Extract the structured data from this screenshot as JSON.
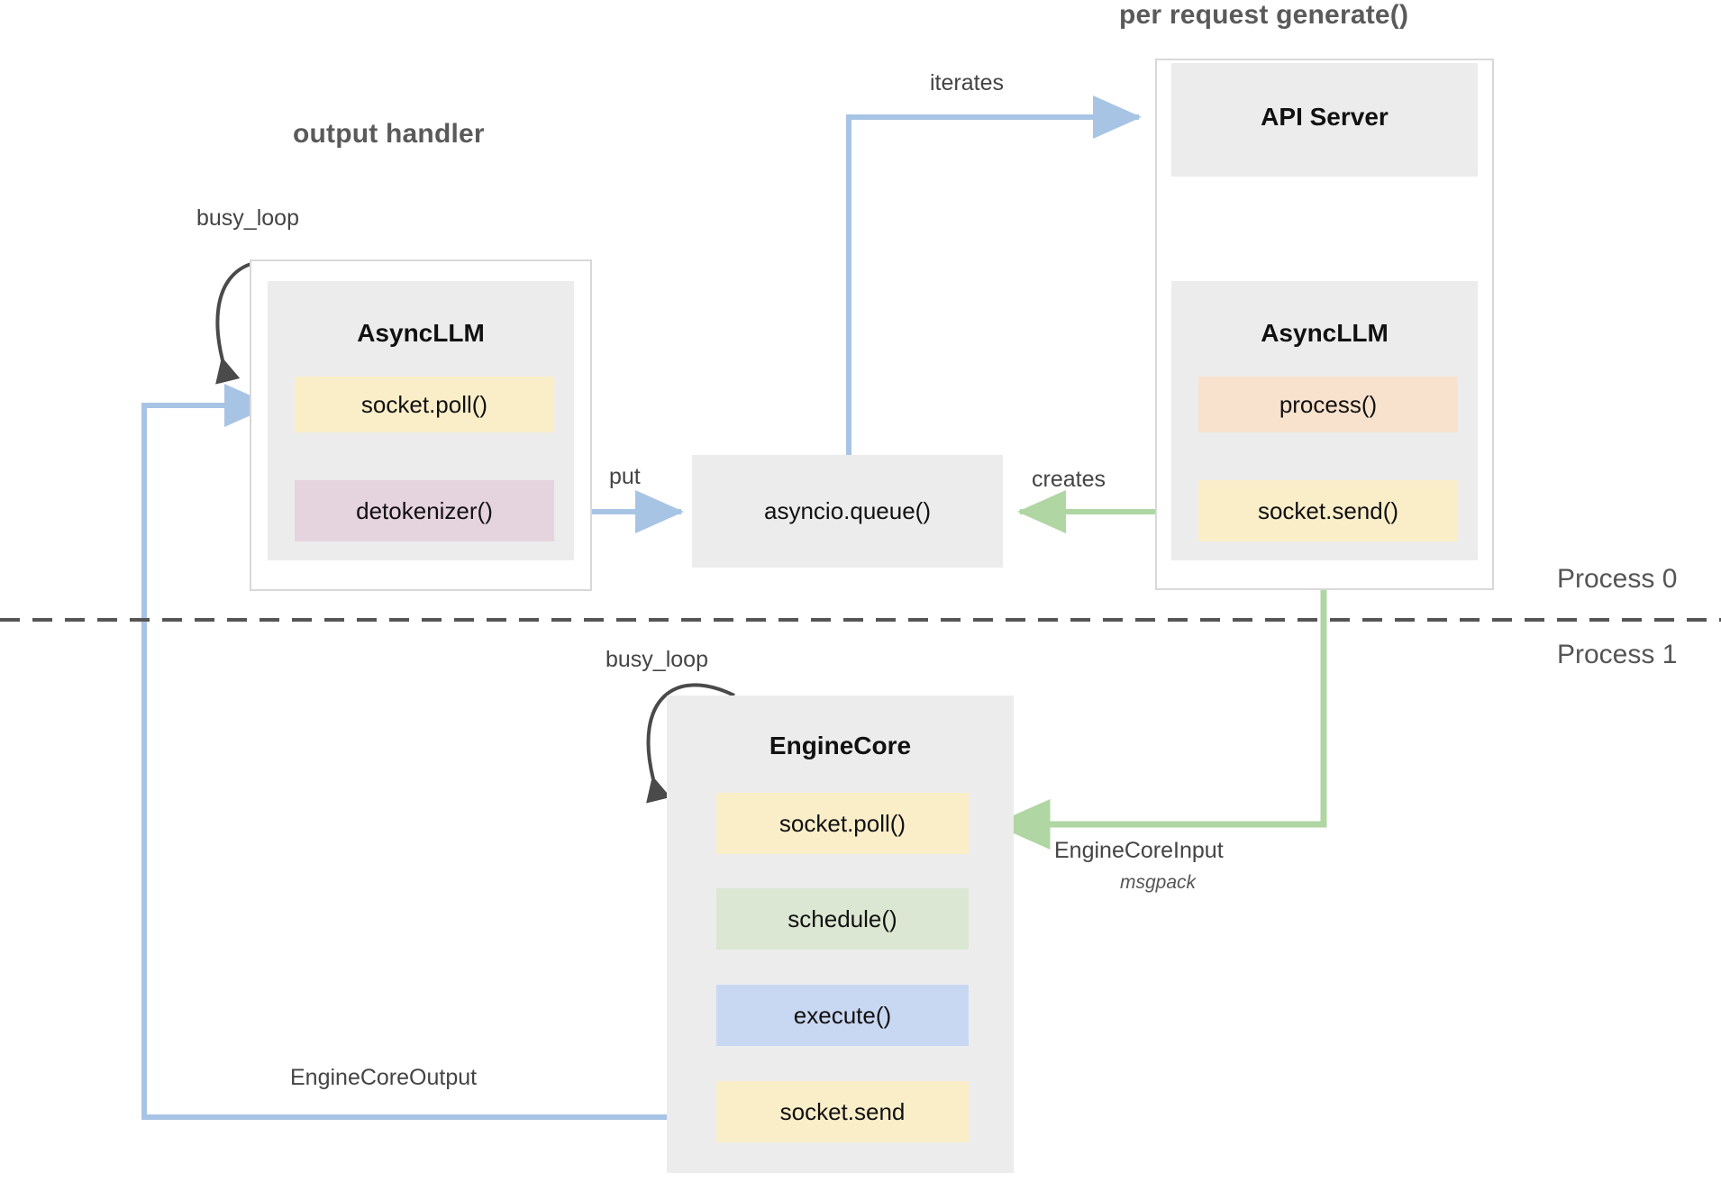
{
  "diagram": {
    "groups": {
      "output_handler": "output handler",
      "per_request": "per request generate()"
    },
    "processes": {
      "p0": "Process 0",
      "p1": "Process 1"
    },
    "components": {
      "async_llm_left": {
        "title": "AsyncLLM",
        "items": [
          {
            "label": "socket.poll()",
            "color": "#faeec9"
          },
          {
            "label": "detokenizer()",
            "color": "#e5d3dd"
          }
        ]
      },
      "api_server": {
        "title": "API Server"
      },
      "async_llm_right": {
        "title": "AsyncLLM",
        "items": [
          {
            "label": "process()",
            "color": "#f9e2cd"
          },
          {
            "label": "socket.send()",
            "color": "#faeec9"
          }
        ]
      },
      "engine_core": {
        "title": "EngineCore",
        "items": [
          {
            "label": "socket.poll()",
            "color": "#faeec9"
          },
          {
            "label": "schedule()",
            "color": "#dbe7d2"
          },
          {
            "label": "execute()",
            "color": "#c9d8f2"
          },
          {
            "label": "socket.send",
            "color": "#faeec9"
          }
        ]
      },
      "queue": {
        "label": "asyncio.queue()"
      }
    },
    "edges": {
      "busy_loop_top": "busy_loop",
      "busy_loop_bottom": "busy_loop",
      "put": "put",
      "iterates": "iterates",
      "creates": "creates",
      "engine_core_input": "EngineCoreInput",
      "engine_core_input_sub": "msgpack",
      "engine_core_output": "EngineCoreOutput"
    },
    "colors": {
      "blue_arrow": "#a8c4e5",
      "green_arrow": "#afd6a3",
      "dark_arrow": "#4a4a4a",
      "box_gray": "#ececec",
      "outer_border": "#d8d8d8",
      "divider": "#555555"
    }
  }
}
